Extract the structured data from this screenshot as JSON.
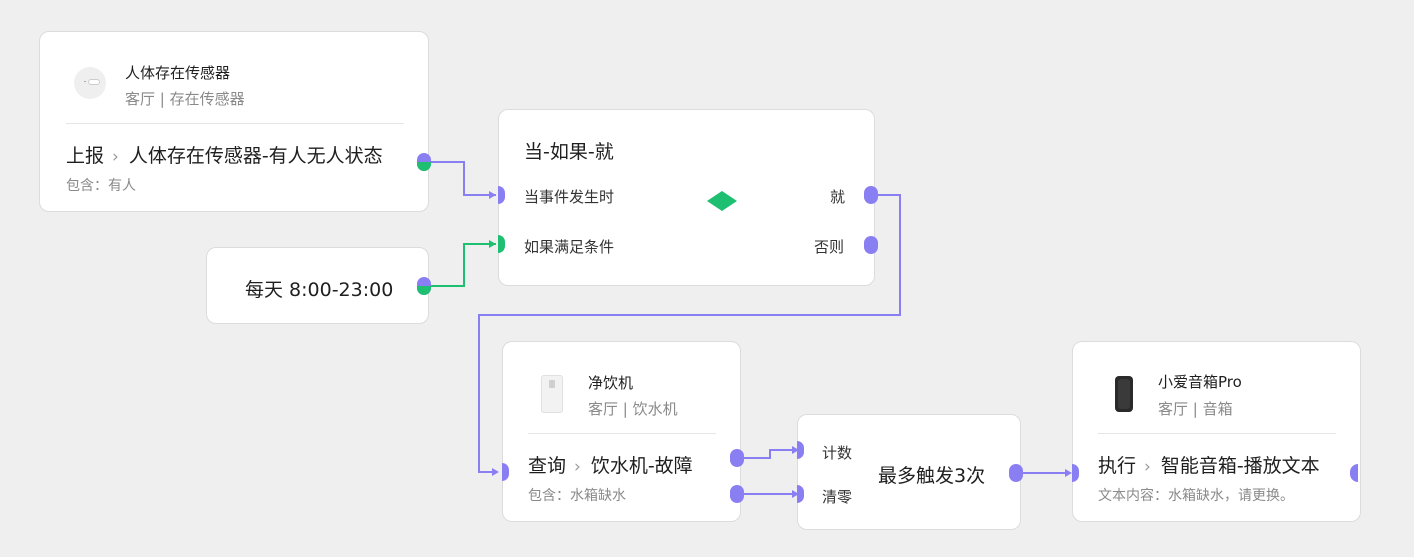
{
  "sensor_card": {
    "title": "人体存在传感器",
    "subtitle": "客厅 | 存在传感器",
    "action": "上报",
    "target": "人体存在传感器-有人无人状态",
    "note": "包含：有人"
  },
  "time_card": {
    "text": "每天 8:00-23:00"
  },
  "logic_card": {
    "title": "当-如果-就",
    "when_label": "当事件发生时",
    "if_label": "如果满足条件",
    "then_label": "就",
    "else_label": "否则"
  },
  "water_card": {
    "title": "净饮机",
    "subtitle": "客厅 | 饮水机",
    "action": "查询",
    "target": "饮水机-故障",
    "note": "包含：水箱缺水"
  },
  "counter_card": {
    "count_label": "计数",
    "reset_label": "清零",
    "text": "最多触发3次"
  },
  "speaker_card": {
    "title": "小爱音箱Pro",
    "subtitle": "客厅 | 音箱",
    "action": "执行",
    "target": "智能音箱-播放文本",
    "note": "文本内容：水箱缺水，请更换。"
  },
  "colors": {
    "wire": "#8a7ff2",
    "green": "#1fbf72",
    "background": "#efefef"
  }
}
